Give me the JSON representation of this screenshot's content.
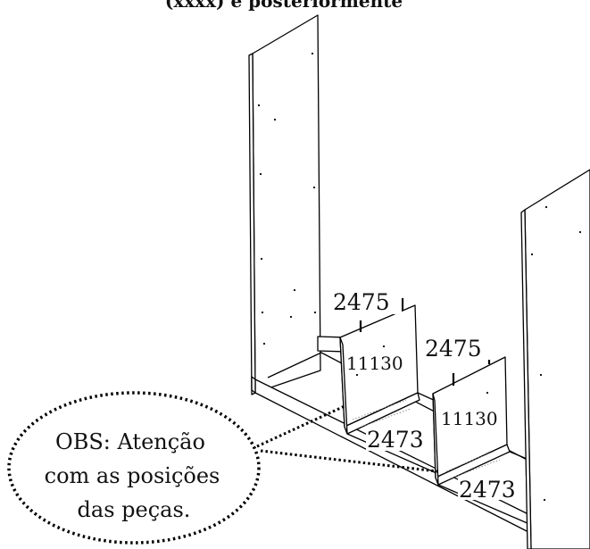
{
  "header": {
    "title_fragment": "(xxxx) e posteriormente"
  },
  "part_labels": {
    "top_left": "2475",
    "top_right": "2475",
    "panel_left": "11130",
    "panel_right": "11130",
    "bottom_left": "2473",
    "bottom_right": "2473"
  },
  "note": {
    "line1": "OBS: Atenção",
    "line2": "com as posições",
    "line3": "das peças."
  }
}
